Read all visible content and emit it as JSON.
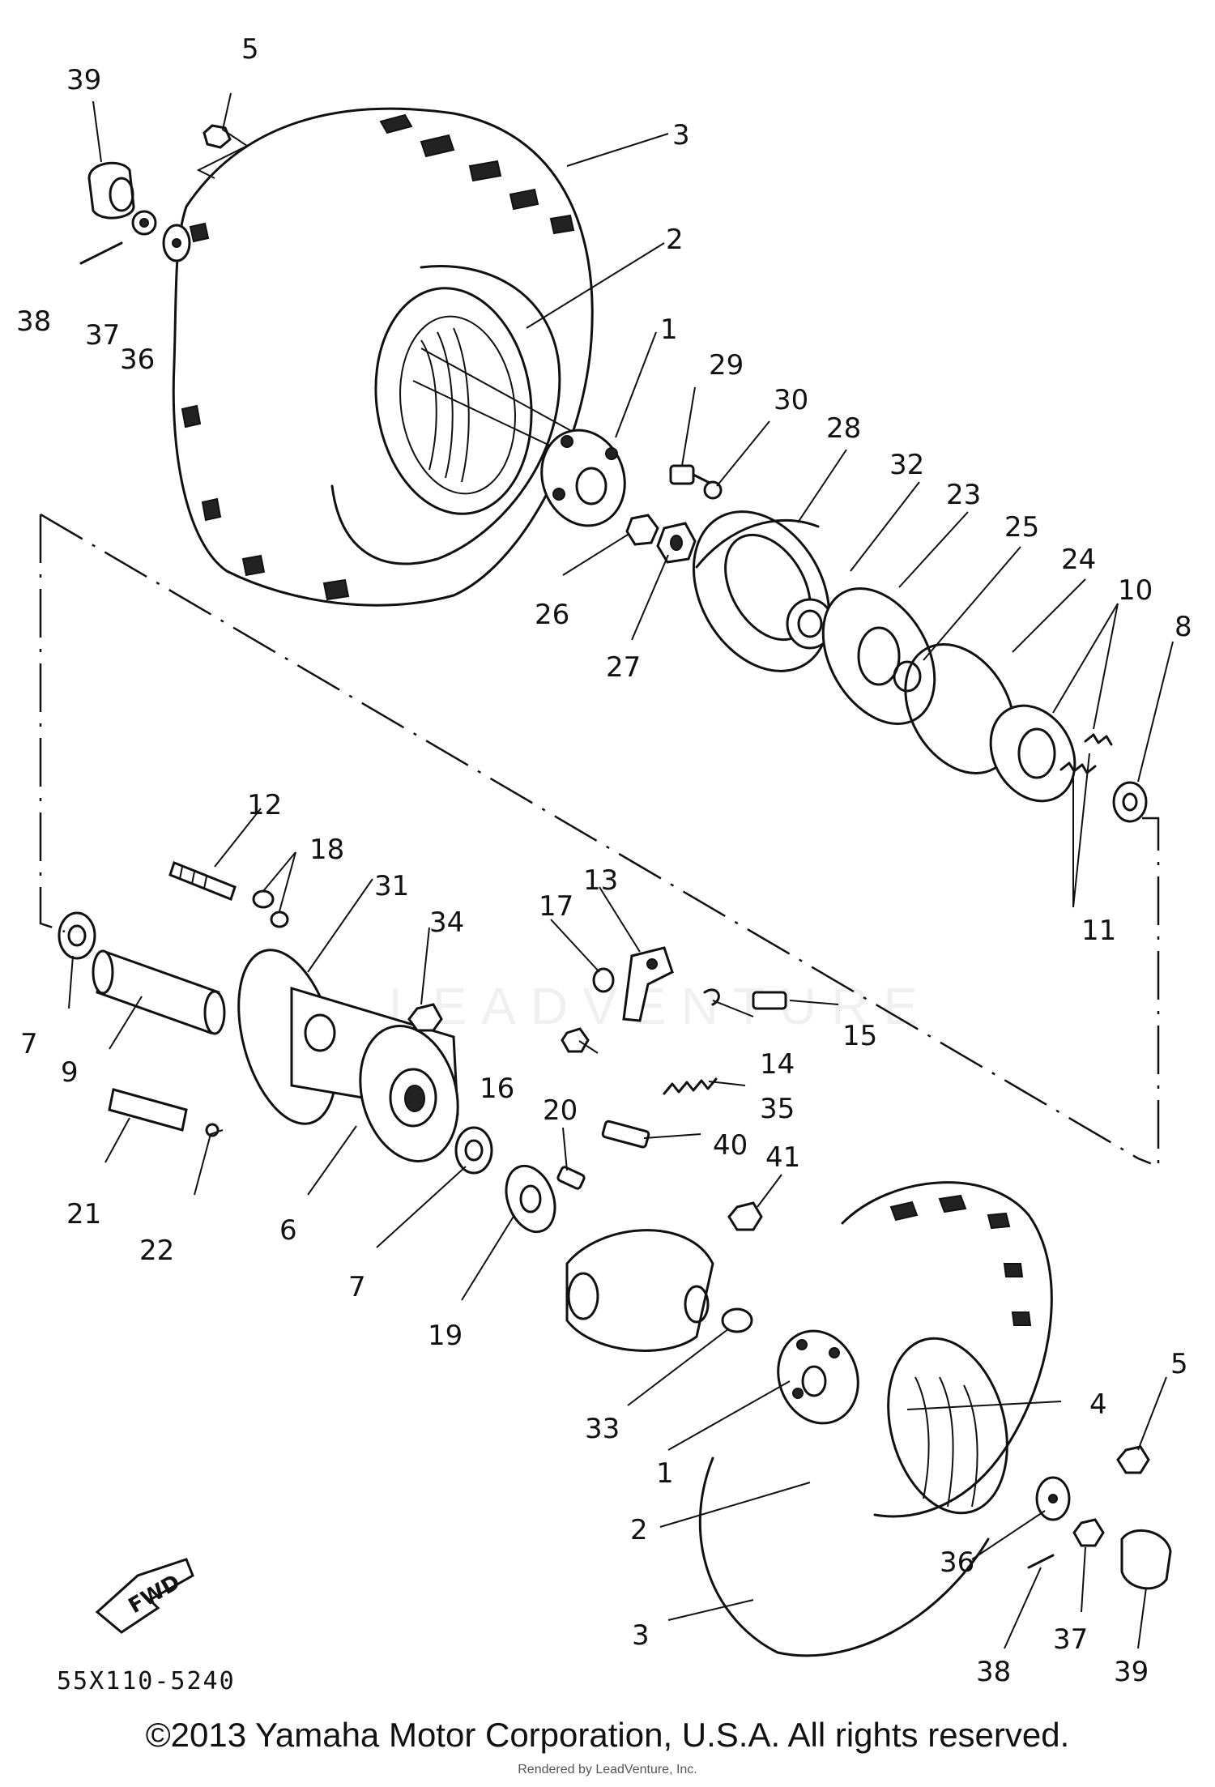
{
  "callouts": [
    {
      "id": "c1a",
      "text": "1"
    },
    {
      "id": "c1b",
      "text": "1"
    },
    {
      "id": "c2a",
      "text": "2"
    },
    {
      "id": "c2b",
      "text": "2"
    },
    {
      "id": "c3a",
      "text": "3"
    },
    {
      "id": "c3b",
      "text": "3"
    },
    {
      "id": "c4",
      "text": "4"
    },
    {
      "id": "c5a",
      "text": "5"
    },
    {
      "id": "c5b",
      "text": "5"
    },
    {
      "id": "c6",
      "text": "6"
    },
    {
      "id": "c7a",
      "text": "7"
    },
    {
      "id": "c7b",
      "text": "7"
    },
    {
      "id": "c8",
      "text": "8"
    },
    {
      "id": "c9",
      "text": "9"
    },
    {
      "id": "c10",
      "text": "10"
    },
    {
      "id": "c11",
      "text": "11"
    },
    {
      "id": "c12",
      "text": "12"
    },
    {
      "id": "c13",
      "text": "13"
    },
    {
      "id": "c14",
      "text": "14"
    },
    {
      "id": "c15",
      "text": "15"
    },
    {
      "id": "c16",
      "text": "16"
    },
    {
      "id": "c17",
      "text": "17"
    },
    {
      "id": "c18",
      "text": "18"
    },
    {
      "id": "c19",
      "text": "19"
    },
    {
      "id": "c20",
      "text": "20"
    },
    {
      "id": "c21",
      "text": "21"
    },
    {
      "id": "c22",
      "text": "22"
    },
    {
      "id": "c23",
      "text": "23"
    },
    {
      "id": "c24",
      "text": "24"
    },
    {
      "id": "c25",
      "text": "25"
    },
    {
      "id": "c26",
      "text": "26"
    },
    {
      "id": "c27",
      "text": "27"
    },
    {
      "id": "c28",
      "text": "28"
    },
    {
      "id": "c29",
      "text": "29"
    },
    {
      "id": "c30",
      "text": "30"
    },
    {
      "id": "c31",
      "text": "31"
    },
    {
      "id": "c32",
      "text": "32"
    },
    {
      "id": "c33",
      "text": "33"
    },
    {
      "id": "c34",
      "text": "34"
    },
    {
      "id": "c35",
      "text": "35"
    },
    {
      "id": "c36a",
      "text": "36"
    },
    {
      "id": "c36b",
      "text": "36"
    },
    {
      "id": "c37a",
      "text": "37"
    },
    {
      "id": "c37b",
      "text": "37"
    },
    {
      "id": "c38a",
      "text": "38"
    },
    {
      "id": "c38b",
      "text": "38"
    },
    {
      "id": "c39a",
      "text": "39"
    },
    {
      "id": "c39b",
      "text": "39"
    },
    {
      "id": "c40",
      "text": "40"
    },
    {
      "id": "c41",
      "text": "41"
    }
  ],
  "fwd_label": "FWD",
  "part_code": "55X110-5240",
  "copyright": "©2013 Yamaha Motor Corporation, U.S.A. All rights reserved.",
  "rendered_by": "Rendered by LeadVenture, Inc.",
  "watermark": "LEADVENTURE"
}
